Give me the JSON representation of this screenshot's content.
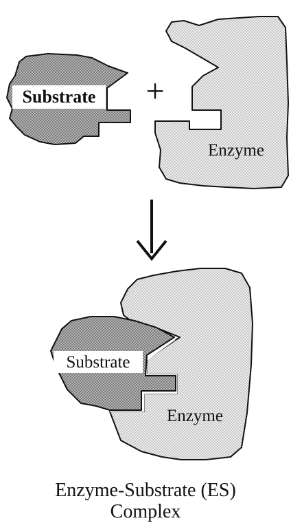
{
  "labels": {
    "substrate_top": "Substrate",
    "enzyme_top": "Enzyme",
    "plus": "+",
    "substrate_bottom": "Substrate",
    "enzyme_bottom": "Enzyme"
  },
  "caption": {
    "line1": "Enzyme-Substrate (ES)",
    "line2": "Complex"
  },
  "colors": {
    "substrate_fill": "#a6a6a6",
    "enzyme_fill": "#e3e3e3",
    "outline": "#111111"
  }
}
